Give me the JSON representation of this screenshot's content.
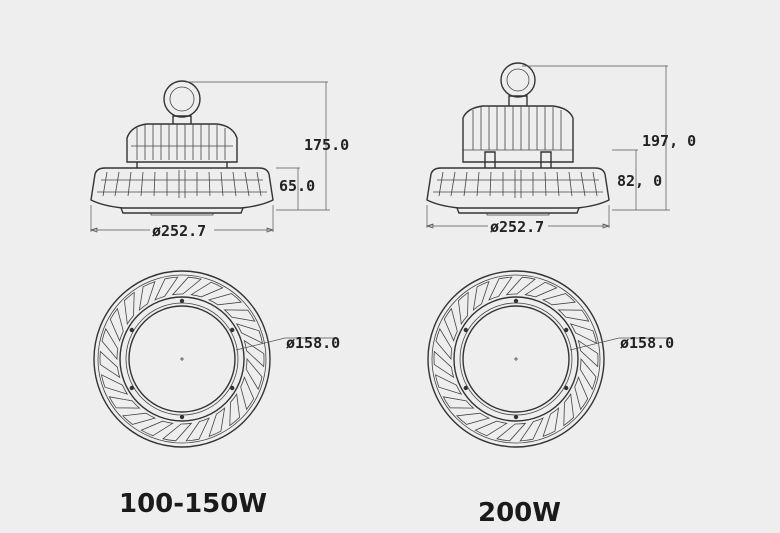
{
  "left": {
    "height_overall": "175.0",
    "height_body": "65.0",
    "diameter_outer": "ø252.7",
    "diameter_lens": "ø158.0",
    "caption": "100-150W"
  },
  "right": {
    "height_overall": "197, 0",
    "height_body": "82, 0",
    "diameter_outer": "ø252.7",
    "diameter_lens": "ø158.0",
    "caption": "200W"
  },
  "colors": {
    "background": "#eeeeee",
    "line": "#333333"
  }
}
